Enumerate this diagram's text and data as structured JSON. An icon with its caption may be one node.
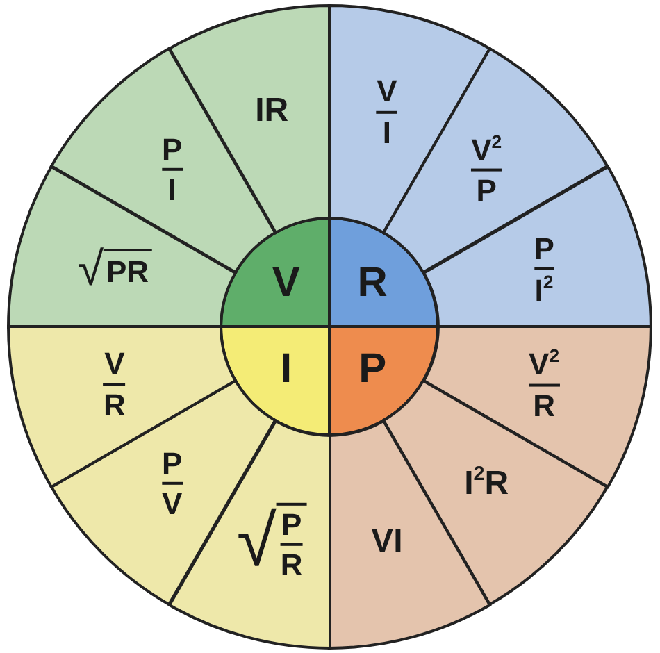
{
  "diagram": {
    "nodes": [
      {
        "text": [
          "V"
        ]
      },
      {
        "text": [
          "R"
        ]
      },
      {
        "text": [
          "I"
        ]
      },
      {
        "text": [
          "P"
        ]
      },
      {
        "text": [
          "IR"
        ]
      },
      {
        "text": [
          "P",
          "I"
        ]
      },
      {
        "text": [
          "√",
          "PR"
        ]
      },
      {
        "text": [
          "V",
          "I"
        ]
      },
      {
        "text": [
          "V$^{2}$",
          "P"
        ]
      },
      {
        "text": [
          "P",
          "I$^{2}$"
        ]
      },
      {
        "text": [
          "V$^{2}$",
          "R"
        ]
      },
      {
        "text": [
          "I$^{2}$R"
        ]
      },
      {
        "text": [
          "VI"
        ]
      },
      {
        "text": [
          "√",
          "P",
          "R"
        ]
      },
      {
        "text": [
          "P",
          "V"
        ]
      },
      {
        "text": [
          "V",
          "R"
        ]
      }
    ]
  }
}
